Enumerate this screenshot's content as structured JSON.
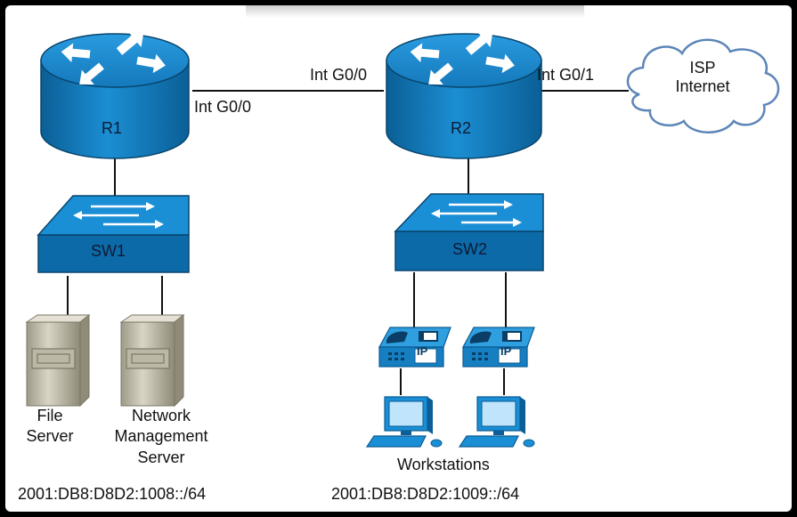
{
  "routers": {
    "r1": {
      "label": "R1"
    },
    "r2": {
      "label": "R2"
    }
  },
  "switches": {
    "sw1": {
      "label": "SW1"
    },
    "sw2": {
      "label": "SW2"
    }
  },
  "interfaces": {
    "r1_g0_0": "Int G0/0",
    "r2_g0_0": "Int G0/0",
    "r2_g0_1": "Int G0/1"
  },
  "cloud": {
    "line1": "ISP",
    "line2": "Internet"
  },
  "servers": {
    "file_server": [
      "File",
      "Server"
    ],
    "network_management_server": [
      "Network",
      "Management",
      "Server"
    ]
  },
  "phones": {
    "badge": "IP"
  },
  "workstations": {
    "label": "Workstations"
  },
  "networks": {
    "left_prefix": "2001:DB8:D8D2:1008::/64",
    "right_prefix": "2001:DB8:D8D2:1009::/64"
  },
  "colors": {
    "device_blue": "#1a86c8",
    "device_dark_blue": "#0b5f96",
    "link_black": "#111111",
    "server_gray": "#c9c6b8"
  }
}
